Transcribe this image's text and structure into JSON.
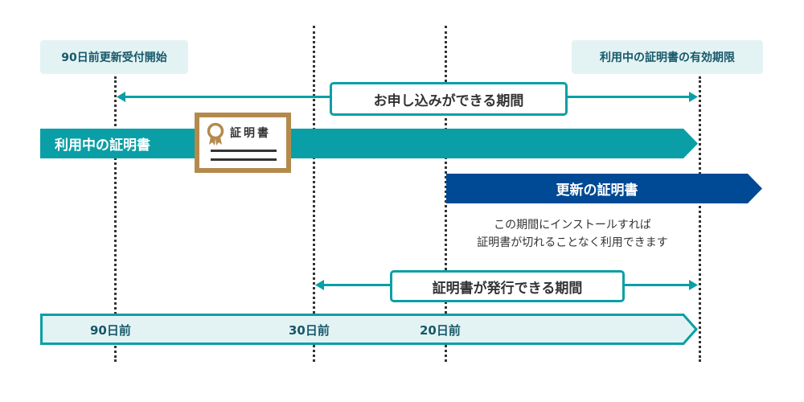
{
  "colors": {
    "teal": "#0a9fa6",
    "navy": "#004a95",
    "tag_bg": "#e3f3f4",
    "tag_text": "#17586a",
    "gold": "#b48a4c",
    "timeline_bg": "#e3f3f4"
  },
  "milestones": {
    "start_label": "90日前更新受付開始",
    "end_label": "利用中の証明書の有効期限"
  },
  "periods": {
    "application": "お申し込みができる期間",
    "issuance": "証明書が発行できる期間"
  },
  "bars": {
    "current_cert": "利用中の証明書",
    "renewal_cert": "更新の証明書"
  },
  "certificate_card": {
    "icon": "award-ribbon-icon",
    "title": "証明書"
  },
  "note": {
    "line1": "この期間にインストールすれば",
    "line2": "証明書が切れることなく利用できます"
  },
  "timeline": {
    "ticks": [
      "90日前",
      "30日前",
      "20日前"
    ]
  }
}
